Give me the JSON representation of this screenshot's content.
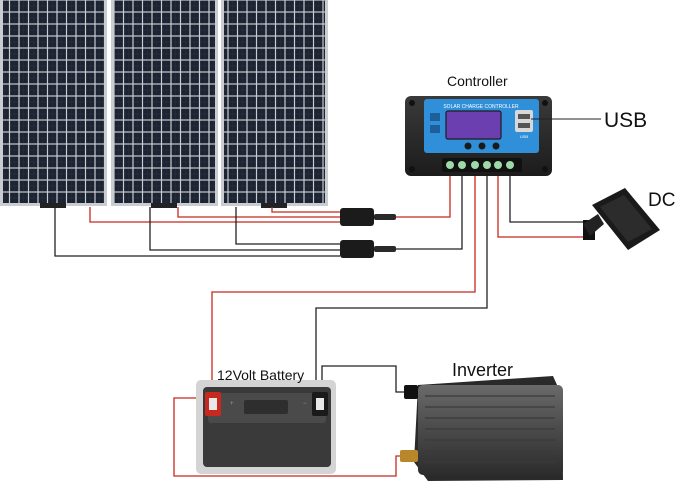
{
  "labels": {
    "controller": "Controller",
    "usb": "USB",
    "dc": "DC",
    "battery": "12Volt Battery",
    "inverter": "Inverter"
  },
  "controller_face": {
    "brand_text": "SOLAR CHARGE CONTROLLER",
    "usb_port_text": "USB"
  },
  "colors": {
    "panel_cell": "#1c2431",
    "panel_frame": "#c9ccd1",
    "wire_red": "#c8281e",
    "wire_black": "#222222",
    "controller_body": "#2a2a2a",
    "controller_face": "#2f8fd8",
    "controller_screen": "#6b3fb0",
    "battery_body": "#3a3a3a",
    "inverter_body": "#4a4a4a"
  }
}
